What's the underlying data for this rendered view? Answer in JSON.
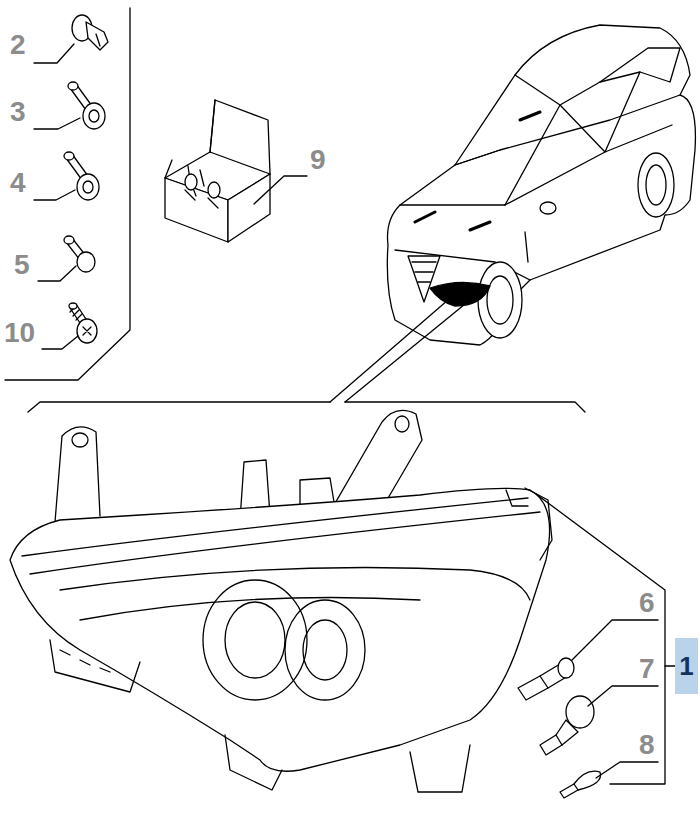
{
  "diagram": {
    "nodes": [
      {
        "text": [
          "1"
        ]
      }
    ],
    "labels": [
      "2",
      "3",
      "4",
      "5",
      "10",
      "9",
      "6",
      "7",
      "8"
    ]
  }
}
